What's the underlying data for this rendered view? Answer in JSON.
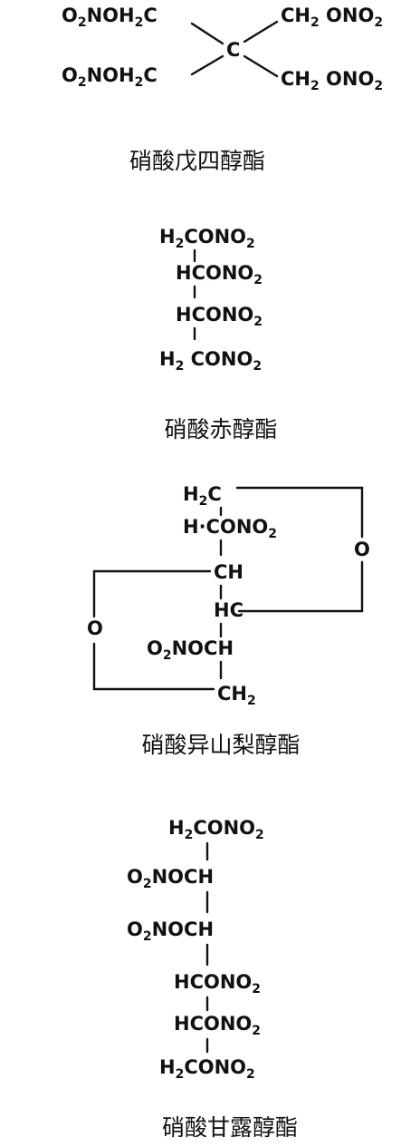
{
  "compounds": [
    {
      "caption": "硝酸戊四醇酯",
      "groups": {
        "top_left": {
          "pre": "O",
          "pre_sub": "2",
          "mid": "NOH",
          "mid_sub": "2",
          "post": "C"
        },
        "bottom_left": {
          "pre": "O",
          "pre_sub": "2",
          "mid": "NOH",
          "mid_sub": "2",
          "post": "C"
        },
        "center": "C",
        "top_right": {
          "a": "CH",
          "a_sub": "2",
          "b": " ONO",
          "b_sub": "2"
        },
        "bottom_right": {
          "a": "CH",
          "a_sub": "2",
          "b": " ONO",
          "b_sub": "2"
        }
      }
    },
    {
      "caption": "硝酸赤醇酯",
      "rows": [
        {
          "a": "H",
          "a_sub": "2",
          "b": "CONO",
          "b_sub": "2"
        },
        {
          "a": "HCONO",
          "a_sub": "2",
          "b": "",
          "b_sub": ""
        },
        {
          "a": "HCONO",
          "a_sub": "2",
          "b": "",
          "b_sub": ""
        },
        {
          "a": "H",
          "a_sub": "2",
          "b": " CONO",
          "b_sub": "2"
        }
      ]
    },
    {
      "caption": "硝酸异山梨醇酯",
      "rows": [
        {
          "a": "H",
          "a_sub": "2",
          "b": "C"
        },
        {
          "a": "H·CONO",
          "a_sub": "2",
          "b": ""
        },
        {
          "a": "CH",
          "a_sub": "",
          "b": ""
        },
        {
          "a": "HC",
          "a_sub": "",
          "b": ""
        },
        {
          "a": "O",
          "a_sub": "2",
          "b": "NOCH"
        },
        {
          "a": "CH",
          "a_sub": "2",
          "b": ""
        }
      ],
      "ring_oxygen_right": "O",
      "ring_oxygen_left": "O"
    },
    {
      "caption": "硝酸甘露醇酯",
      "rows": [
        {
          "a": "H",
          "a_sub": "2",
          "b": "CONO",
          "b_sub": "2"
        },
        {
          "a": "O",
          "a_sub": "2",
          "b": "NOCH",
          "b_sub": ""
        },
        {
          "a": "O",
          "a_sub": "2",
          "b": "NOCH",
          "b_sub": ""
        },
        {
          "a": "HCONO",
          "a_sub": "2",
          "b": "",
          "b_sub": ""
        },
        {
          "a": "HCONO",
          "a_sub": "2",
          "b": "",
          "b_sub": ""
        },
        {
          "a": "H",
          "a_sub": "2",
          "b": "CONO",
          "b_sub": "2"
        }
      ]
    }
  ]
}
